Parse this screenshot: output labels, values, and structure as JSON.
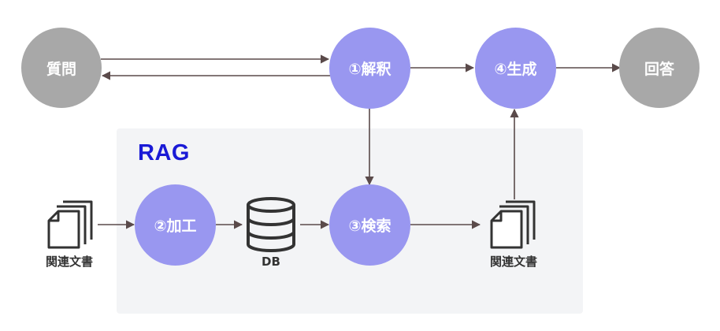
{
  "diagram": {
    "group_label": "RAG",
    "nodes": {
      "question": "質問",
      "interpret": "①解釈",
      "generate": "④生成",
      "answer": "回答",
      "process": "②加工",
      "search": "③検索"
    },
    "captions": {
      "docs_in": "関連文書",
      "db": "DB",
      "docs_out": "関連文書"
    },
    "colors": {
      "gray_node": "#a8a8a8",
      "purple_node": "#9997f0",
      "rag_label": "#1a1ad6",
      "rag_panel": "#f3f4f6",
      "arrow": "#5a4a4a"
    },
    "edges": [
      {
        "from": "question",
        "to": "interpret"
      },
      {
        "from": "interpret",
        "to": "question"
      },
      {
        "from": "interpret",
        "to": "generate"
      },
      {
        "from": "generate",
        "to": "answer"
      },
      {
        "from": "interpret",
        "to": "search"
      },
      {
        "from": "docs_in",
        "to": "process"
      },
      {
        "from": "process",
        "to": "db"
      },
      {
        "from": "db",
        "to": "search"
      },
      {
        "from": "search",
        "to": "docs_out"
      },
      {
        "from": "docs_out",
        "to": "generate"
      }
    ]
  }
}
